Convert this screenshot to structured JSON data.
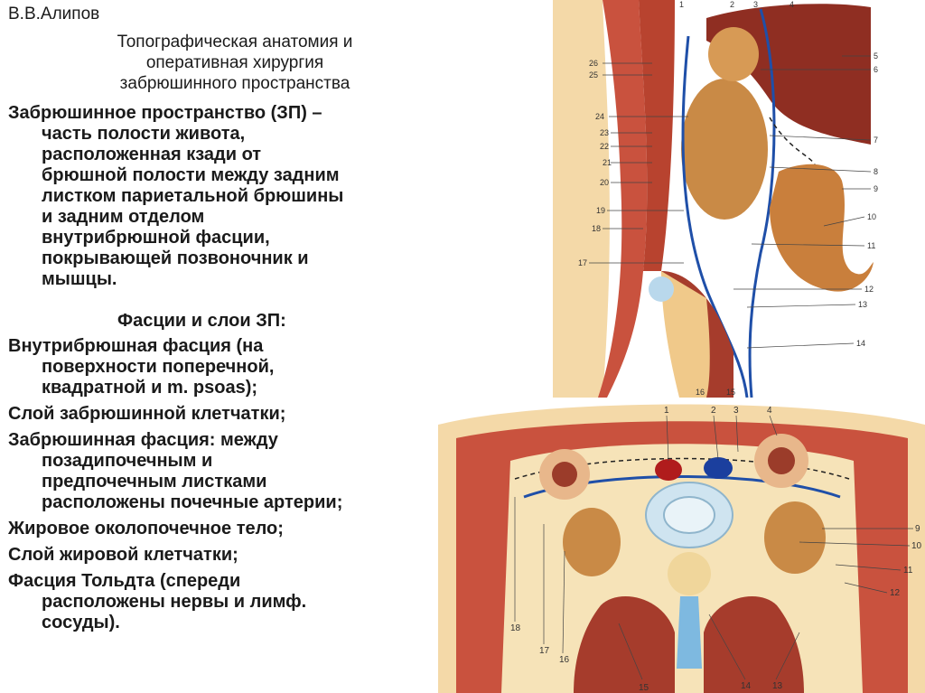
{
  "slide": {
    "author": "В.В.Алипов",
    "title_lines": [
      "Топографическая анатомия и",
      "оперативная хирургия",
      "забрюшинного пространства"
    ],
    "intro_lines": [
      "Забрюшинное пространство (ЗП) –",
      "часть полости живота,",
      "расположенная кзади от",
      "брюшной полости между задним",
      "листком париетальной брюшины",
      "и задним отделом",
      "внутрибрюшной фасции,",
      "покрывающей позвоночник и",
      "мышцы."
    ],
    "subheading": "Фасции и слои ЗП:",
    "items": [
      [
        "Внутрибрюшная фасция (на",
        "поверхности поперечной,",
        "квадратной и m. psoas);"
      ],
      [
        "Слой забрюшинной клетчатки;"
      ],
      [
        "Забрюшинная фасция: между",
        "позадипочечным и",
        "предпочечным листками",
        "расположены почечные артерии;"
      ],
      [
        "Жировое околопочечное тело;"
      ],
      [
        "Слой жировой клетчатки;"
      ],
      [
        "Фасция Тольдта (спереди",
        "расположены нервы и лимф.",
        "сосуды)."
      ]
    ]
  },
  "figure_top": {
    "left_labels": [
      "26",
      "25",
      "24",
      "23",
      "22",
      "21",
      "20",
      "19",
      "18",
      "17"
    ],
    "right_labels": [
      "5",
      "6",
      "7",
      "8",
      "9",
      "10",
      "11",
      "12",
      "13",
      "14"
    ],
    "bottom_labels": [
      "16",
      "15"
    ],
    "top_labels": [
      "1",
      "2",
      "3",
      "4"
    ]
  },
  "figure_bottom": {
    "top_labels": [
      "1",
      "2",
      "3",
      "4"
    ],
    "right_labels": [
      "9",
      "10",
      "11",
      "12"
    ],
    "bottom_labels": [
      "18",
      "17",
      "16",
      "15",
      "14",
      "13"
    ]
  }
}
